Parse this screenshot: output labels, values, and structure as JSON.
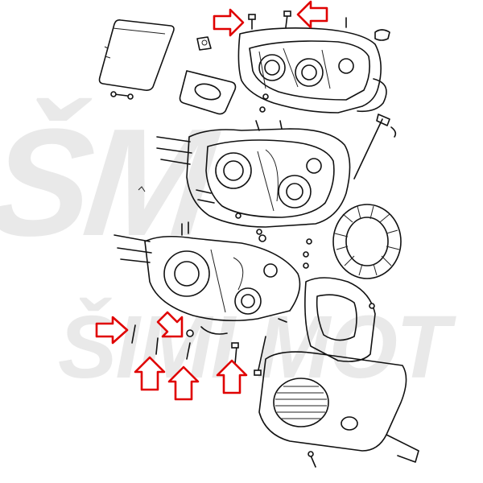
{
  "watermark": {
    "logo_text": "ŠM",
    "line_text": "ŠIMI MOT",
    "color": "#e9e9e9"
  },
  "colors": {
    "line": "#111111",
    "arrow": "#e00000",
    "background": "#ffffff"
  },
  "arrows": [
    {
      "id": "top-left",
      "direction": "right"
    },
    {
      "id": "top-right",
      "direction": "left"
    },
    {
      "id": "mid-left",
      "direction": "right"
    },
    {
      "id": "mid-diag",
      "direction": "down-right"
    },
    {
      "id": "bottom-1",
      "direction": "up"
    },
    {
      "id": "bottom-2",
      "direction": "up"
    },
    {
      "id": "bottom-3",
      "direction": "up"
    }
  ]
}
